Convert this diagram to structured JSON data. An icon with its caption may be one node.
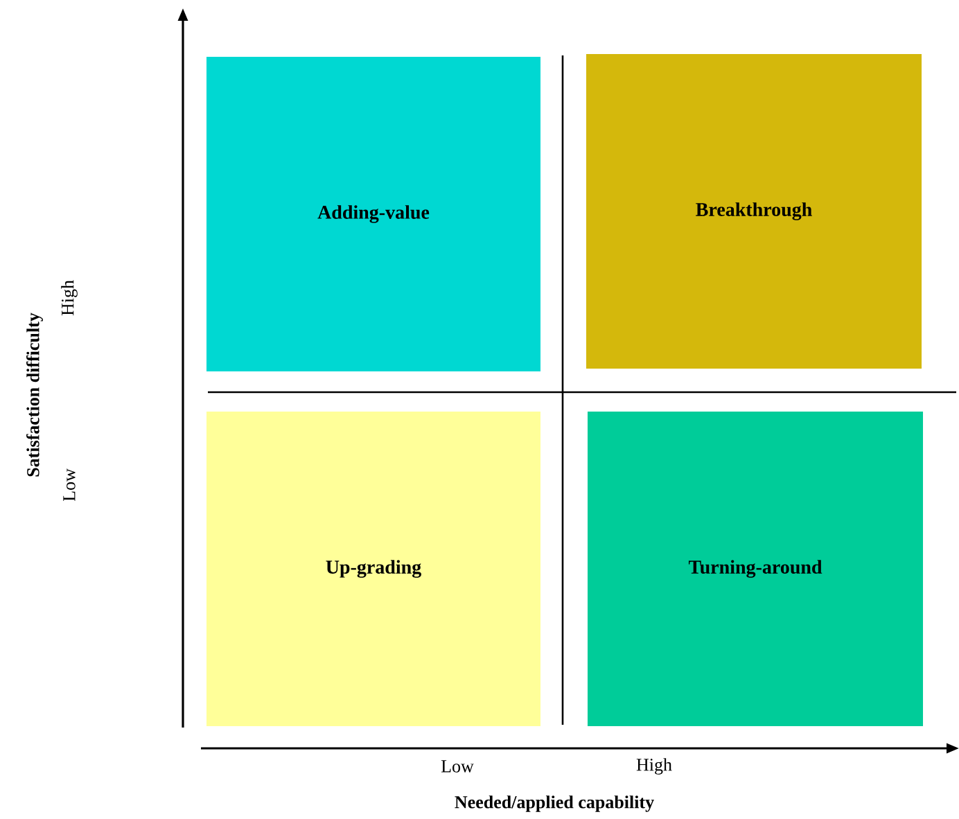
{
  "diagram": {
    "nodes": [
      {
        "text": [
          "Adding-value"
        ]
      },
      {
        "text": [
          "Breakthrough"
        ]
      },
      {
        "text": [
          "Up-grading"
        ]
      },
      {
        "text": [
          "Turning-around"
        ]
      }
    ],
    "labels": [
      "Satisfaction difficulty",
      "High",
      "Low",
      "Low",
      "High",
      "Needed/applied capability"
    ]
  }
}
